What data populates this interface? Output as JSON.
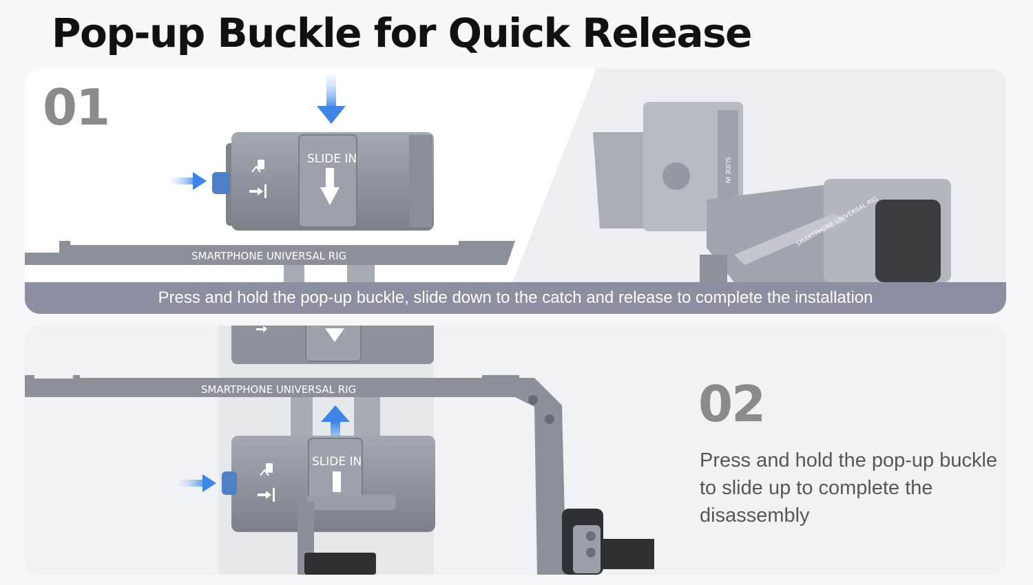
{
  "title": "Pop-up Buckle for Quick Release",
  "step1": {
    "number": "01",
    "caption": "Press and hold the pop-up buckle, slide down to the catch and release to complete the installation",
    "plate_label": "SLIDE IN",
    "rig_label": "SMARTPHONE UNIVERSAL RIG",
    "side_plate_label": "SLIDE IN",
    "side_rig_label": "SMARTPHONE UNIVERSAL RIG"
  },
  "step2": {
    "number": "02",
    "description": "Press and hold the pop-up buckle to slide up to complete the disassembly",
    "plate_label": "SLIDE IN",
    "rig_label": "SMARTPHONE UNIVERSAL RIG"
  },
  "colors": {
    "arrow": "#3d86e8",
    "metal": "#8e939b",
    "band": "#8c8fa1"
  }
}
